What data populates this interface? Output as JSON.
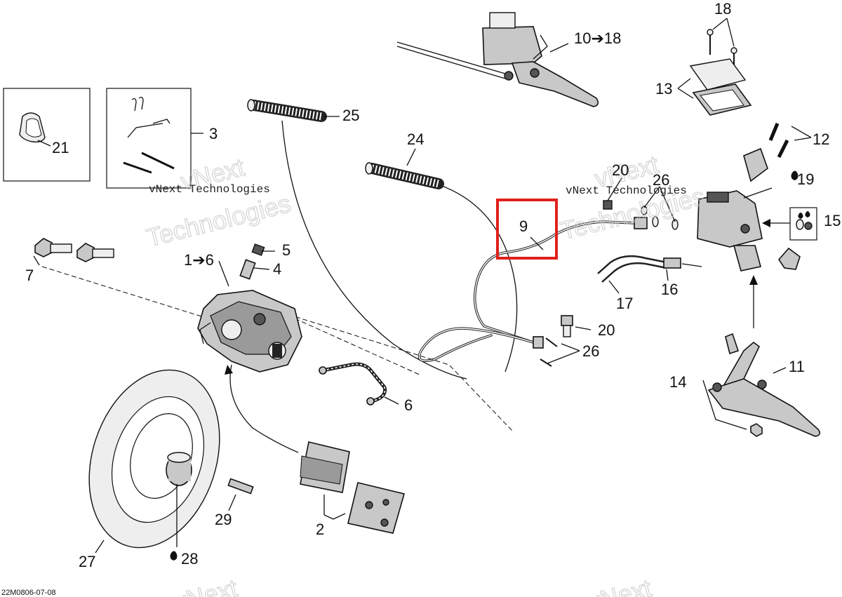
{
  "callouts": {
    "c1": "1➔6",
    "c2": "2",
    "c3": "3",
    "c4": "4",
    "c5": "5",
    "c6": "6",
    "c7": "7",
    "c9": "9",
    "c10": "10➔18",
    "c11": "11",
    "c12": "12",
    "c13": "13",
    "c14": "14",
    "c15": "15",
    "c16": "16",
    "c17": "17",
    "c18": "18",
    "c19": "19",
    "c20a": "20",
    "c20b": "20",
    "c21": "21",
    "c24": "24",
    "c25": "25",
    "c26a": "26",
    "c26b": "26",
    "c27": "27",
    "c28": "28",
    "c29": "29"
  },
  "watermark": {
    "brand_line1": "vNext",
    "brand_line2": "Technologies",
    "brand_full": "vNext Technologies"
  },
  "reference_code": "22M0806-07-08",
  "highlight": {
    "target": "9",
    "color": "#e0201b"
  }
}
